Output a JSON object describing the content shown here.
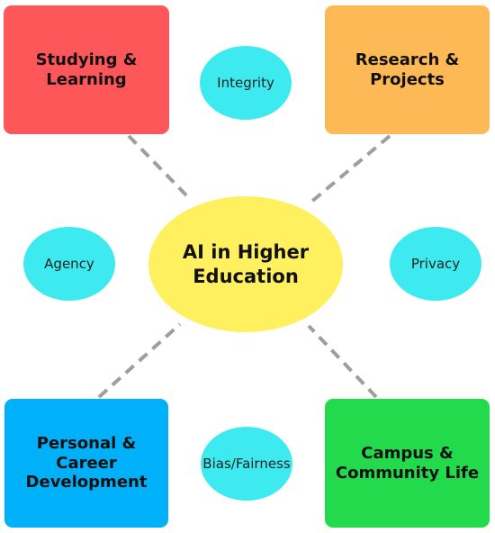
{
  "hub": {
    "title": "AI in Higher\nEducation"
  },
  "topics": {
    "top_left": "Studying &\nLearning",
    "top_right": "Research &\nProjects",
    "bottom_left": "Personal &\nCareer\nDevelopment",
    "bottom_right": "Campus &\nCommunity Life"
  },
  "themes": {
    "top": "Integrity",
    "left": "Agency",
    "right": "Privacy",
    "bottom": "Bias/Fairness"
  },
  "colors": {
    "top_left": "#fd575a",
    "top_right": "#fdb955",
    "bottom_left": "#00b1f9",
    "bottom_right": "#23d94c",
    "hub": "#fff060",
    "themes": "#3deaf0",
    "connector": "#9e9e9e"
  }
}
